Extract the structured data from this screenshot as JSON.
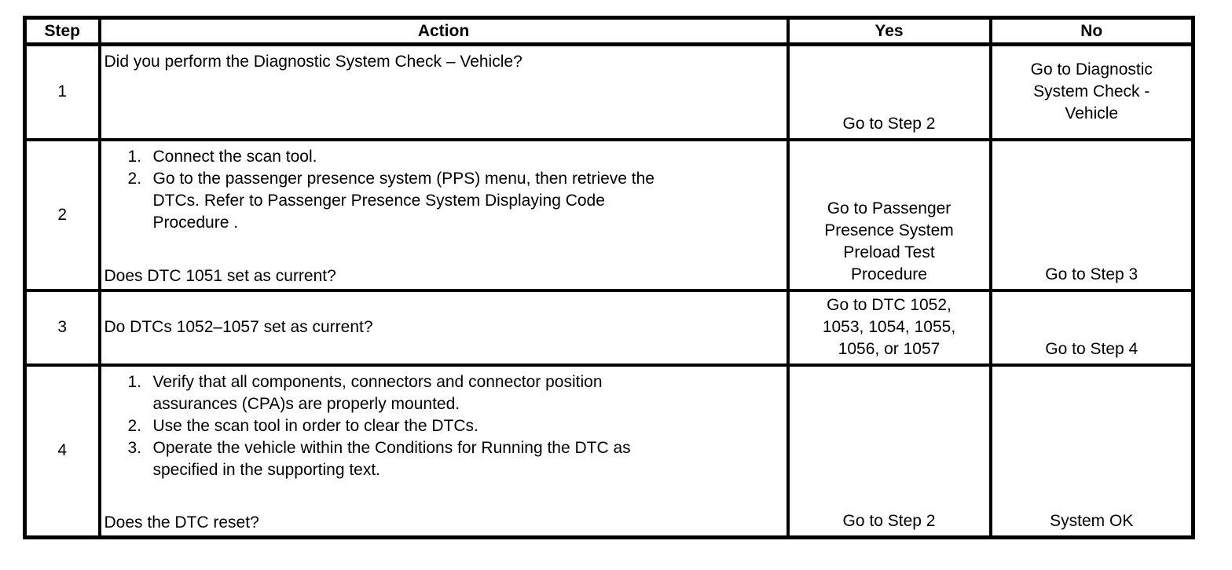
{
  "page": {
    "background": "#ffffff",
    "text_color": "#000000",
    "border_color": "#000000"
  },
  "table": {
    "headers": {
      "step": "Step",
      "action": "Action",
      "yes": "Yes",
      "no": "No"
    },
    "rows": [
      {
        "step": "1",
        "question": "Did you perform the Diagnostic System Check – Vehicle?",
        "yes_lines": [
          "Go to Step 2"
        ],
        "no_lines": [
          "Go to Diagnostic",
          "System Check -",
          "Vehicle"
        ]
      },
      {
        "step": "2",
        "list": [
          [
            "Connect the scan tool."
          ],
          [
            "Go to the passenger presence system (PPS) menu, then retrieve the",
            "DTCs. Refer to Passenger Presence System Displaying Code",
            "Procedure ."
          ]
        ],
        "question": "Does DTC 1051 set as current?",
        "yes_lines": [
          "Go to Passenger",
          "Presence System",
          "Preload Test",
          "Procedure"
        ],
        "no_lines": [
          "Go to Step 3"
        ]
      },
      {
        "step": "3",
        "question": "Do DTCs 1052–1057 set as current?",
        "yes_lines": [
          "Go to DTC 1052,",
          "1053, 1054, 1055,",
          "1056, or 1057"
        ],
        "no_lines": [
          "Go to Step 4"
        ]
      },
      {
        "step": "4",
        "list": [
          [
            "Verify that all components, connectors and connector position",
            "assurances (CPA)s are properly mounted."
          ],
          [
            "Use the scan tool in order to clear the DTCs."
          ],
          [
            "Operate the vehicle within the Conditions for Running the DTC as",
            "specified in the supporting text."
          ]
        ],
        "question": "Does the DTC reset?",
        "yes_lines": [
          "Go to Step 2"
        ],
        "no_lines": [
          "System OK"
        ]
      }
    ]
  }
}
